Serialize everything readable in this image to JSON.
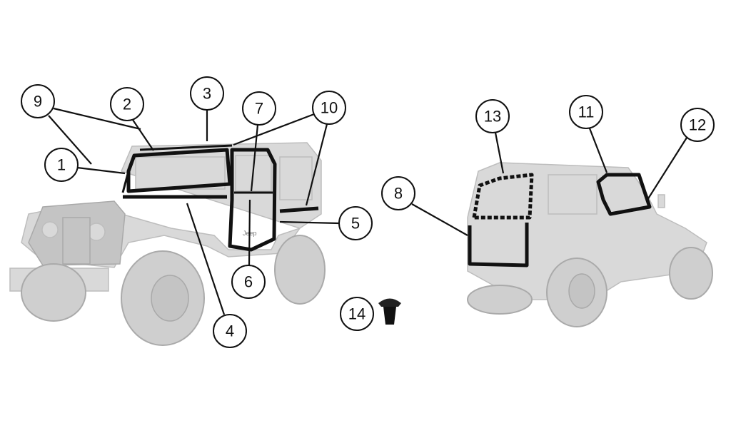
{
  "diagram": {
    "title": "Jeep soft top weatherstrip seal locations",
    "callouts": [
      {
        "id": "c1",
        "label": "1"
      },
      {
        "id": "c2",
        "label": "2"
      },
      {
        "id": "c3",
        "label": "3"
      },
      {
        "id": "c4",
        "label": "4"
      },
      {
        "id": "c5",
        "label": "5"
      },
      {
        "id": "c6",
        "label": "6"
      },
      {
        "id": "c7",
        "label": "7"
      },
      {
        "id": "c8",
        "label": "8"
      },
      {
        "id": "c9",
        "label": "9"
      },
      {
        "id": "c10",
        "label": "10"
      },
      {
        "id": "c11",
        "label": "11"
      },
      {
        "id": "c12",
        "label": "12"
      },
      {
        "id": "c13",
        "label": "13"
      },
      {
        "id": "c14",
        "label": "14"
      }
    ],
    "logo_text": "Jeep",
    "colors": {
      "ink": "#111111",
      "vehicle": "#d9d9d9",
      "background": "#ffffff"
    }
  }
}
